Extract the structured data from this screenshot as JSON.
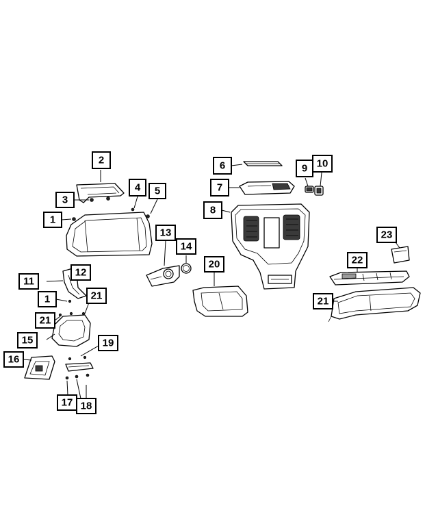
{
  "callouts": [
    {
      "label": "1"
    },
    {
      "label": "1"
    },
    {
      "label": "2"
    },
    {
      "label": "3"
    },
    {
      "label": "4"
    },
    {
      "label": "5"
    },
    {
      "label": "6"
    },
    {
      "label": "7"
    },
    {
      "label": "8"
    },
    {
      "label": "9"
    },
    {
      "label": "10"
    },
    {
      "label": "11"
    },
    {
      "label": "12"
    },
    {
      "label": "13"
    },
    {
      "label": "14"
    },
    {
      "label": "15"
    },
    {
      "label": "16"
    },
    {
      "label": "17"
    },
    {
      "label": "18"
    },
    {
      "label": "19"
    },
    {
      "label": "20"
    },
    {
      "label": "21"
    },
    {
      "label": "21"
    },
    {
      "label": "21"
    },
    {
      "label": "22"
    },
    {
      "label": "23"
    }
  ],
  "colors": {
    "line": "#000000",
    "background": "#ffffff",
    "dark_fill": "#3a3a3a"
  }
}
